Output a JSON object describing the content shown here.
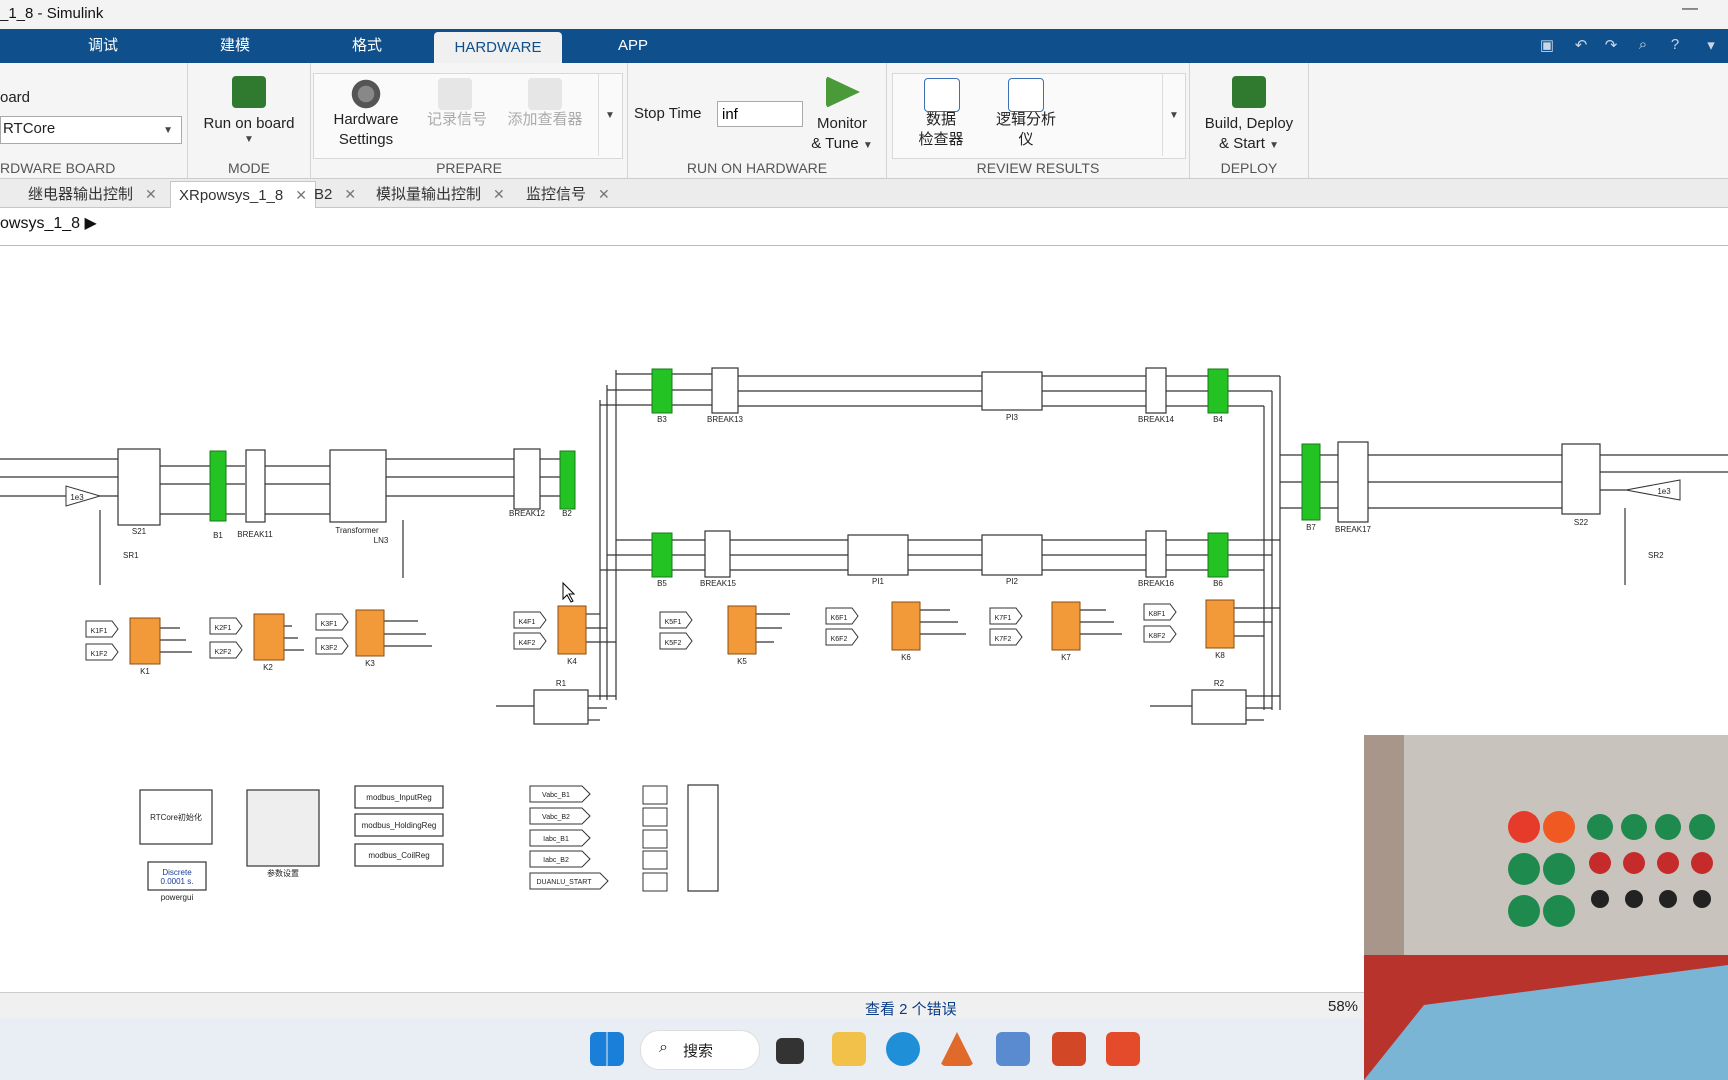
{
  "window": {
    "title": "_1_8 - Simulink",
    "minimize_label": "—"
  },
  "main_tabs": [
    {
      "label": "调试"
    },
    {
      "label": "建模"
    },
    {
      "label": "格式"
    },
    {
      "label": "HARDWARE"
    },
    {
      "label": "APP"
    }
  ],
  "ribbon": {
    "board_label": "oard",
    "board_select": "RTCore",
    "board_group": "RDWARE BOARD",
    "run_on_board": "Run on board",
    "mode_group": "MODE",
    "hardware_settings": [
      "Hardware",
      "Settings"
    ],
    "record_signal": "记录信号",
    "add_viewer": "添加查看器",
    "prepare_group": "PREPARE",
    "stop_time_label": "Stop Time",
    "stop_time_value": "inf",
    "monitor_tune": [
      "Monitor",
      "& Tune"
    ],
    "run_on_hw_group": "RUN ON HARDWARE",
    "data_inspector": [
      "数据",
      "检查器"
    ],
    "logic_analyzer": [
      "逻辑分析",
      "仪"
    ],
    "review_group": "REVIEW RESULTS",
    "build_deploy": [
      "Build, Deploy",
      "& Start"
    ],
    "deploy_group": "DEPLOY"
  },
  "doc_tabs": [
    {
      "label": "继电器输出控制"
    },
    {
      "label": "XRpowsys_1_8"
    },
    {
      "label": "B2"
    },
    {
      "label": "模拟量输出控制"
    },
    {
      "label": "监控信号"
    }
  ],
  "breadcrumb": "owsys_1_8",
  "diagram": {
    "block_labels": {
      "S21": "S21",
      "SR1": "SR1",
      "B1": "B1",
      "BREAK11": "BREAK11",
      "Transformer": "Transformer",
      "LN3": "LN3",
      "BREAK12": "BREAK12",
      "B2": "B2",
      "B3": "B3",
      "BREAK13": "BREAK13",
      "PI3": "PI3",
      "BREAK14": "BREAK14",
      "B4": "B4",
      "B5": "B5",
      "BREAK15": "BREAK15",
      "PI1": "PI1",
      "PI2": "PI2",
      "BREAK16": "BREAK16",
      "B6": "B6",
      "B7": "B7",
      "BREAK17": "BREAK17",
      "S22": "S22",
      "SR2": "SR2",
      "K1": "K1",
      "K2": "K2",
      "K3": "K3",
      "K4": "K4",
      "K5": "K5",
      "K6": "K6",
      "K7": "K7",
      "K8": "K8",
      "R1": "R1",
      "R2": "R2",
      "gain1": "1e3",
      "gain2": "1e3",
      "rtcore_init": "RTCore初始化",
      "param_settings": "参数设置",
      "powergui_title": "Discrete",
      "powergui_ts": "0.0001 s.",
      "powergui": "powergui",
      "modbus1": "modbus_InputReg",
      "modbus2": "modbus_HoldingReg",
      "modbus3": "modbus_CoilReg"
    },
    "inports": {
      "K1": [
        "K1F1",
        "K1F2"
      ],
      "K2": [
        "K2F1",
        "K2F2"
      ],
      "K3": [
        "K3F1",
        "K3F2"
      ],
      "K4": [
        "K4F1",
        "K4F2"
      ],
      "K5": [
        "K5F1",
        "K5F2"
      ],
      "K6": [
        "K6F1",
        "K6F2"
      ],
      "K7": [
        "K7F1",
        "K7F2"
      ],
      "K8": [
        "K8F1",
        "K8F2"
      ]
    },
    "signals": [
      "Vabc_B1",
      "Vabc_B2",
      "Iabc_B1",
      "Iabc_B2",
      "DUANLU_START"
    ]
  },
  "status": {
    "errors": "查看 2 个错误",
    "zoom": "58%"
  },
  "taskbar": {
    "search": "搜索"
  },
  "colors": {
    "ribbon_tab_bg": "#0e4f8c",
    "bus_green": "#22c322",
    "breaker_orange": "#f29a3a"
  }
}
